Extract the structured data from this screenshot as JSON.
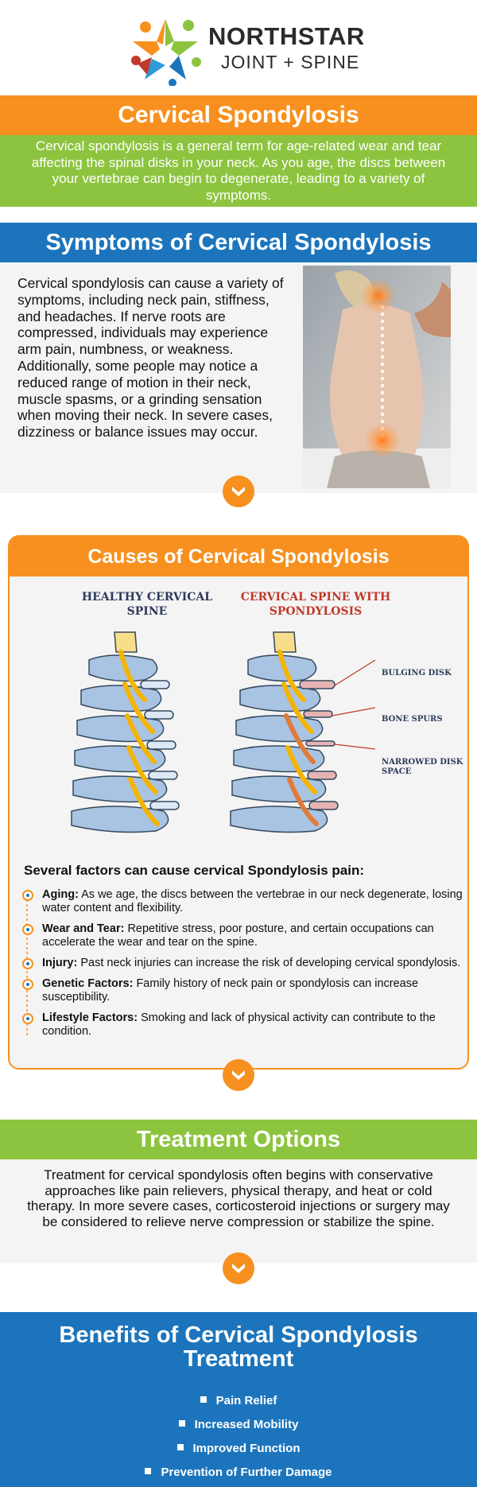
{
  "brand": {
    "name": "NORTHSTAR",
    "tagline": "JOINT + SPINE",
    "logo_icon": "star-logo-icon",
    "colors": {
      "orange": "#f7901e",
      "green": "#8cc43f",
      "blue": "#1c75bc",
      "red": "#c0392b"
    }
  },
  "hero": {
    "title": "Cervical Spondylosis",
    "intro": "Cervical spondylosis is a general term for age-related wear and tear affecting the spinal disks in your neck. As you age, the discs between your vertebrae can begin to degenerate, leading to a variety of symptoms."
  },
  "symptoms": {
    "title": "Symptoms of Cervical Spondylosis",
    "body": "Cervical spondylosis can cause a variety of symptoms, including neck pain, stiffness, and headaches. If nerve roots are compressed, individuals may experience arm pain, numbness, or weakness. Additionally, some people may notice a reduced range of motion in their neck, muscle spasms, or a grinding sensation when moving their neck. In severe cases, dizziness or balance issues may occur."
  },
  "causes": {
    "title": "Causes of Cervical Spondylosis",
    "healthy_label": "HEALTHY CERVICAL SPINE",
    "sick_label": "CERVICAL SPINE WITH SPONDYLOSIS",
    "callouts": [
      "BULGING DISK",
      "BONE SPURS",
      "NARROWED DISK SPACE"
    ],
    "factors_title": "Several factors can cause cervical Spondylosis pain:",
    "factors": [
      {
        "label": "Aging:",
        "text": "As we age, the discs between the vertebrae in our neck degenerate, losing water content and flexibility."
      },
      {
        "label": "Wear and Tear:",
        "text": "Repetitive stress, poor posture, and certain occupations can accelerate the wear and tear on the spine."
      },
      {
        "label": "Injury:",
        "text": "Past neck injuries can increase the risk of developing cervical spondylosis."
      },
      {
        "label": "Genetic Factors:",
        "text": "Family history of neck pain or spondylosis can increase susceptibility."
      },
      {
        "label": "Lifestyle Factors:",
        "text": "Smoking and lack of physical activity can contribute to the condition."
      }
    ]
  },
  "treatment": {
    "title": "Treatment Options",
    "body": "Treatment for cervical spondylosis often begins with conservative approaches like pain relievers, physical therapy, and heat or cold therapy. In more severe cases, corticosteroid injections or surgery may be considered to relieve nerve compression or stabilize the spine."
  },
  "benefits": {
    "title": "Benefits of Cervical Spondylosis Treatment",
    "items": [
      "Pain Relief",
      "Increased Mobility",
      "Improved Function",
      "Prevention of Further Damage"
    ]
  }
}
